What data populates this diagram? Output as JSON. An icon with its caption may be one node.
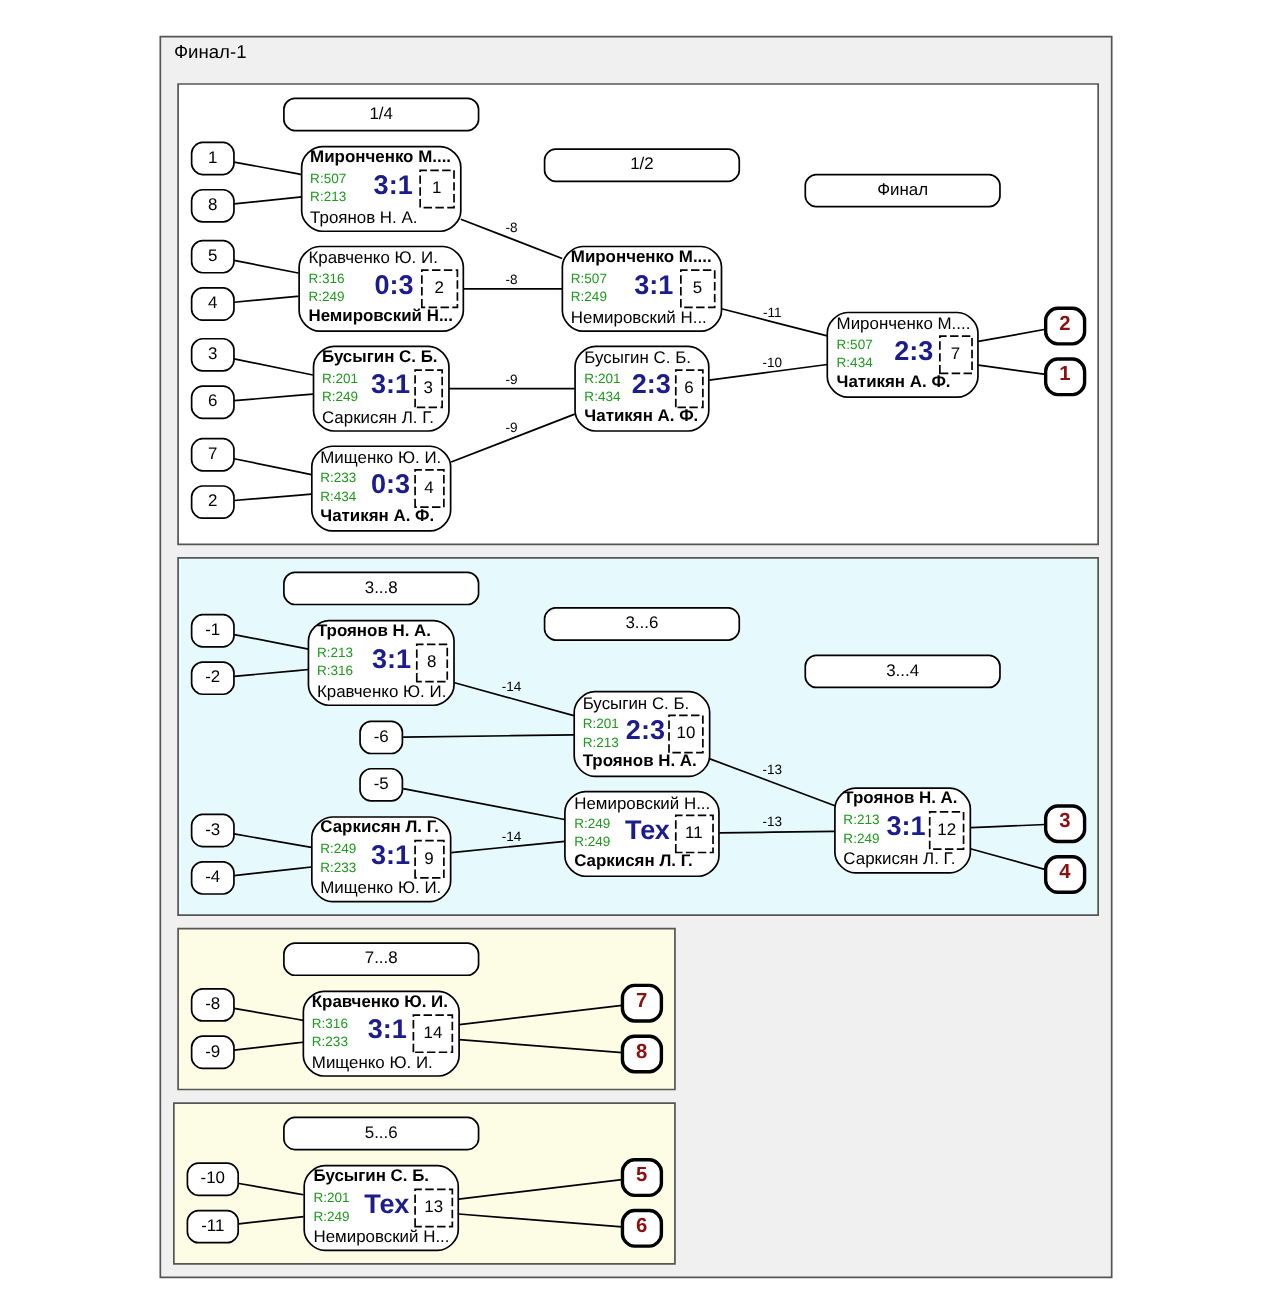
{
  "diagram": {
    "nodes": [
      {
        "text": [
          "Финал-1"
        ]
      },
      {
        "text": [],
        "shape": "box",
        "in": 0
      },
      {
        "text": [
          "1/4"
        ],
        "in": 1
      },
      {
        "text": [
          "1/2"
        ],
        "in": 1
      },
      {
        "text": [
          "Финал"
        ],
        "in": 1
      },
      {
        "text": [
          "1"
        ],
        "in": 1
      },
      {
        "text": [
          "Миронченко М....",
          "R:507",
          "3:1",
          "1",
          "R:213",
          "Троянов Н. А."
        ],
        "in": 1
      },
      {
        "text": [
          "8"
        ],
        "in": 1
      },
      {
        "text": [
          "5"
        ],
        "in": 1
      },
      {
        "text": [
          "Кравченко Ю. И.",
          "R:316",
          "0:3",
          "2",
          "R:249",
          "Немировский Н..."
        ],
        "in": 1
      },
      {
        "text": [
          "4"
        ],
        "in": 1
      },
      {
        "text": [
          "3"
        ],
        "in": 1
      },
      {
        "text": [
          "Бусыгин С. Б.",
          "R:201",
          "3:1",
          "3",
          "R:249",
          "Саркисян Л. Г."
        ],
        "in": 1
      },
      {
        "text": [
          "6"
        ],
        "in": 1
      },
      {
        "text": [
          "7"
        ],
        "in": 1
      },
      {
        "text": [
          "Мищенко Ю. И.",
          "R:233",
          "0:3",
          "4",
          "R:434",
          "Чатикян А. Ф."
        ],
        "in": 1
      },
      {
        "text": [
          "2"
        ],
        "in": 1
      },
      {
        "text": [
          "Миронченко М....",
          "R:507",
          "3:1",
          "5",
          "R:249",
          "Немировский Н..."
        ],
        "in": 1
      },
      {
        "text": [
          "Бусыгин С. Б.",
          "R:201",
          "2:3",
          "6",
          "R:434",
          "Чатикян А. Ф."
        ],
        "in": 1
      },
      {
        "text": [
          "Миронченко М....",
          "R:507",
          "2:3",
          "7",
          "R:434",
          "Чатикян А. Ф."
        ],
        "in": 1
      },
      {
        "text": [
          "2"
        ],
        "in": 1
      },
      {
        "text": [
          "1"
        ],
        "in": 1
      },
      {
        "text": [],
        "shape": "box",
        "in": 0
      },
      {
        "text": [
          "3...8"
        ],
        "in": 22
      },
      {
        "text": [
          "3...6"
        ],
        "in": 22
      },
      {
        "text": [
          "3...4"
        ],
        "in": 22
      },
      {
        "text": [
          "-1"
        ],
        "in": 22
      },
      {
        "text": [
          "Троянов Н. А.",
          "R:213",
          "3:1",
          "8",
          "R:316",
          "Кравченко Ю. И."
        ],
        "in": 22
      },
      {
        "text": [
          "-2"
        ],
        "in": 22
      },
      {
        "text": [
          "-3"
        ],
        "in": 22
      },
      {
        "text": [
          "Саркисян Л. Г.",
          "R:249",
          "3:1",
          "9",
          "R:233",
          "Мищенко Ю. И."
        ],
        "in": 22
      },
      {
        "text": [
          "-4"
        ],
        "in": 22
      },
      {
        "text": [
          "-6"
        ],
        "in": 22
      },
      {
        "text": [
          "Бусыгин С. Б.",
          "R:201",
          "2:3",
          "10",
          "R:213",
          "Троянов Н. А."
        ],
        "in": 22
      },
      {
        "text": [
          "-5"
        ],
        "in": 22
      },
      {
        "text": [
          "Немировский Н...",
          "R:249",
          "Тех",
          "11",
          "R:249",
          "Саркисян Л. Г."
        ],
        "in": 22
      },
      {
        "text": [
          "Троянов Н. А.",
          "R:213",
          "3:1",
          "12",
          "R:249",
          "Саркисян Л. Г."
        ],
        "in": 22
      },
      {
        "text": [
          "3"
        ],
        "in": 22
      },
      {
        "text": [
          "4"
        ],
        "in": 22
      },
      {
        "text": [],
        "shape": "box",
        "in": 0
      },
      {
        "text": [
          "7...8"
        ],
        "in": 39
      },
      {
        "text": [
          "-8"
        ],
        "in": 39
      },
      {
        "text": [
          "Кравченко Ю. И.",
          "R:316",
          "3:1",
          "14",
          "R:233",
          "Мищенко Ю. И."
        ],
        "in": 39
      },
      {
        "text": [
          "-9"
        ],
        "in": 39
      },
      {
        "text": [
          "7"
        ],
        "in": 39
      },
      {
        "text": [
          "8"
        ],
        "in": 39
      },
      {
        "text": [],
        "shape": "box",
        "in": 0
      },
      {
        "text": [
          "5...6"
        ],
        "in": 46
      },
      {
        "text": [
          "-10"
        ],
        "in": 46
      },
      {
        "text": [
          "Бусыгин С. Б.",
          "R:201",
          "Тех",
          "13",
          "R:249",
          "Немировский Н..."
        ],
        "in": 46
      },
      {
        "text": [
          "-11"
        ],
        "in": 46
      },
      {
        "text": [
          "5"
        ],
        "in": 46
      },
      {
        "text": [
          "6"
        ],
        "in": 46
      }
    ],
    "edges": [
      {
        "from": 5,
        "to": 6,
        "arrow": "none"
      },
      {
        "from": 7,
        "to": 6,
        "arrow": "none"
      },
      {
        "from": 8,
        "to": 9,
        "arrow": "none"
      },
      {
        "from": 10,
        "to": 9,
        "arrow": "none"
      },
      {
        "from": 11,
        "to": 12,
        "arrow": "none"
      },
      {
        "from": 13,
        "to": 12,
        "arrow": "none"
      },
      {
        "from": 14,
        "to": 15,
        "arrow": "none"
      },
      {
        "from": 16,
        "to": 15,
        "arrow": "none"
      },
      {
        "from": 6,
        "to": 17,
        "arrow": "none",
        "label": "-8"
      },
      {
        "from": 9,
        "to": 17,
        "arrow": "none",
        "label": "-8"
      },
      {
        "from": 12,
        "to": 18,
        "arrow": "none",
        "label": "-9"
      },
      {
        "from": 15,
        "to": 18,
        "arrow": "none",
        "label": "-9"
      },
      {
        "from": 17,
        "to": 19,
        "arrow": "none",
        "label": "-11"
      },
      {
        "from": 18,
        "to": 19,
        "arrow": "none",
        "label": "-10"
      },
      {
        "from": 19,
        "to": 21,
        "arrow": "none"
      },
      {
        "from": 19,
        "to": 20,
        "arrow": "none"
      },
      {
        "from": 26,
        "to": 27,
        "arrow": "none"
      },
      {
        "from": 28,
        "to": 27,
        "arrow": "none"
      },
      {
        "from": 29,
        "to": 30,
        "arrow": "none"
      },
      {
        "from": 31,
        "to": 30,
        "arrow": "none"
      },
      {
        "from": 32,
        "to": 33,
        "arrow": "none"
      },
      {
        "from": 27,
        "to": 33,
        "arrow": "none",
        "label": "-14"
      },
      {
        "from": 34,
        "to": 35,
        "arrow": "none"
      },
      {
        "from": 30,
        "to": 35,
        "arrow": "none",
        "label": "-14"
      },
      {
        "from": 33,
        "to": 36,
        "arrow": "none",
        "label": "-13"
      },
      {
        "from": 35,
        "to": 36,
        "arrow": "none",
        "label": "-13"
      },
      {
        "from": 36,
        "to": 38,
        "arrow": "none"
      },
      {
        "from": 36,
        "to": 37,
        "arrow": "none"
      },
      {
        "from": 41,
        "to": 42,
        "arrow": "none"
      },
      {
        "from": 43,
        "to": 42,
        "arrow": "none"
      },
      {
        "from": 42,
        "to": 45,
        "arrow": "none"
      },
      {
        "from": 42,
        "to": 44,
        "arrow": "none"
      },
      {
        "from": 48,
        "to": 49,
        "arrow": "none"
      },
      {
        "from": 50,
        "to": 49,
        "arrow": "none"
      },
      {
        "from": 49,
        "to": 52,
        "arrow": "none"
      },
      {
        "from": 49,
        "to": 51,
        "arrow": "none"
      }
    ]
  }
}
